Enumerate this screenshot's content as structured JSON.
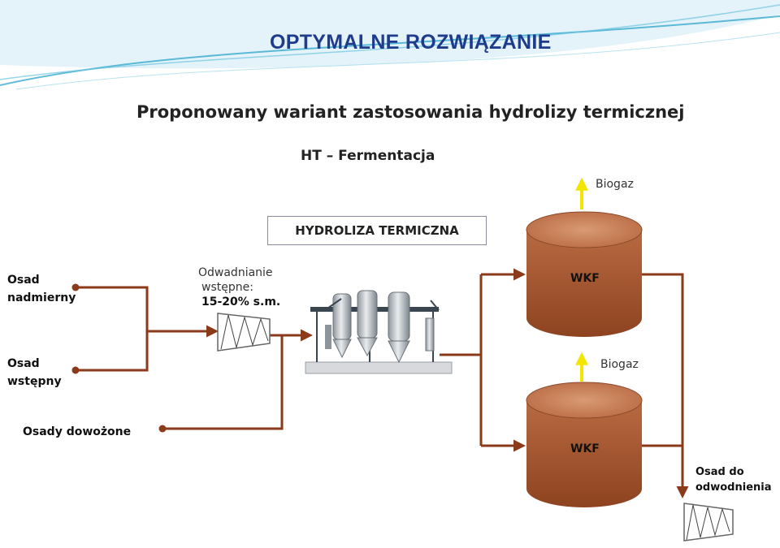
{
  "slide_title": "OPTYMALNE ROZWIĄZANIE",
  "heading": "Proponowany wariant zastosowania hydrolizy termicznej",
  "subheading": "HT – Fermentacja",
  "process_box": "HYDROLIZA TERMICZNA",
  "inputs": {
    "osad_nadmierny": [
      "Osad",
      "nadmierny"
    ],
    "osad_wstepny": [
      "Osad",
      "wstępny"
    ],
    "osady_dowozone": "Osady dowożone"
  },
  "dewatering": {
    "line1": "Odwadnianie",
    "line2": "wstępne:",
    "value": "15-20% s.m."
  },
  "digesters": [
    {
      "label": "WKF",
      "gas": "Biogaz"
    },
    {
      "label": "WKF",
      "gas": "Biogaz"
    }
  ],
  "output": [
    "Osad do",
    "odwodnienia"
  ],
  "colors": {
    "title": "#1f3c8c",
    "flow": "#8b3a1a",
    "arrow_up": "#f2e600",
    "tank_top": "#c07a55",
    "tank_body": "#a2522a",
    "wave": "#1fa0c8"
  }
}
